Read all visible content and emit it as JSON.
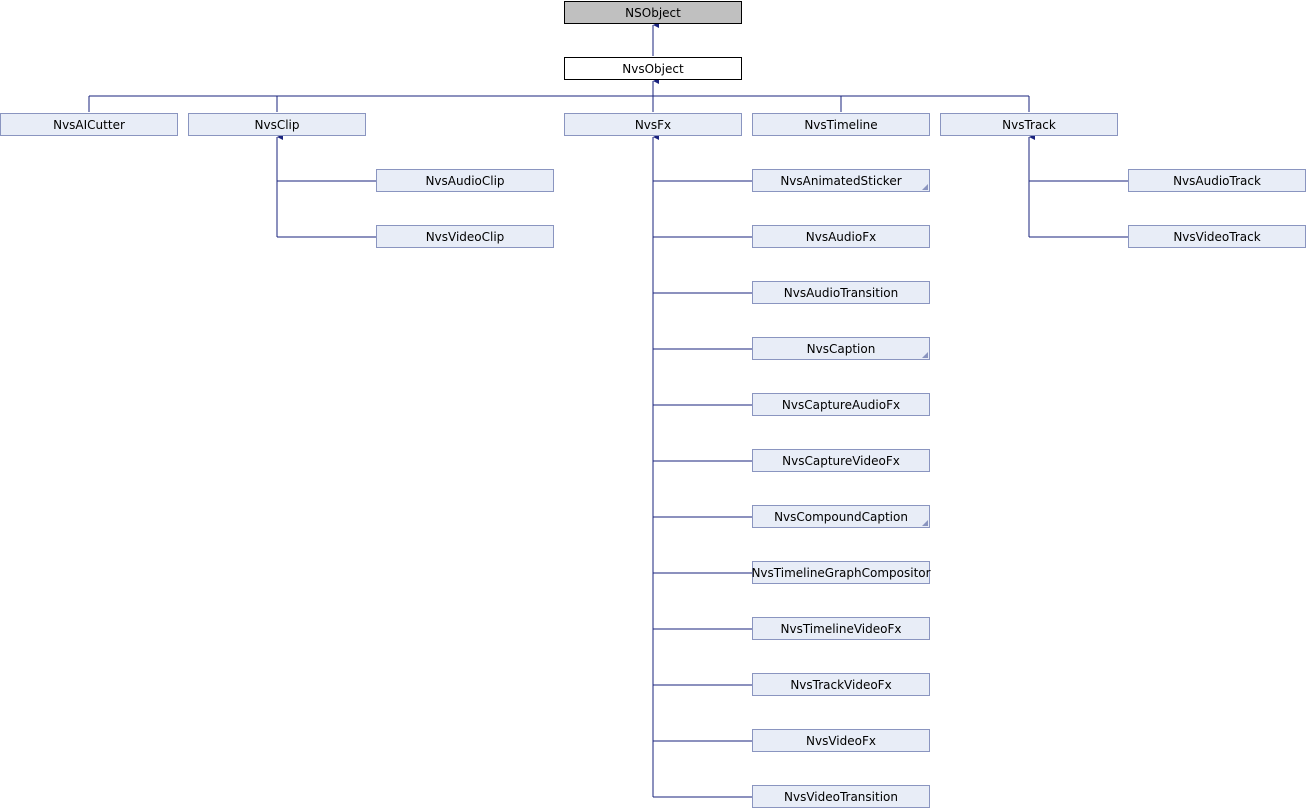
{
  "diagram": {
    "root": "NSObject",
    "base": "NvsObject",
    "children": {
      "ai_cutter": "NvsAICutter",
      "clip": "NvsClip",
      "fx": "NvsFx",
      "timeline": "NvsTimeline",
      "track": "NvsTrack"
    },
    "clip_subclasses": [
      "NvsAudioClip",
      "NvsVideoClip"
    ],
    "fx_subclasses": [
      "NvsAnimatedSticker",
      "NvsAudioFx",
      "NvsAudioTransition",
      "NvsCaption",
      "NvsCaptureAudioFx",
      "NvsCaptureVideoFx",
      "NvsCompoundCaption",
      "NvsTimelineGraphCompositor",
      "NvsTimelineVideoFx",
      "NvsTrackVideoFx",
      "NvsVideoFx",
      "NvsVideoTransition"
    ],
    "track_subclasses": [
      "NvsAudioTrack",
      "NvsVideoTrack"
    ],
    "line_color": "#1a237e",
    "node_fill": "#e8edf7",
    "node_border": "#8a95c0",
    "root_fill": "#c0c0c0"
  }
}
